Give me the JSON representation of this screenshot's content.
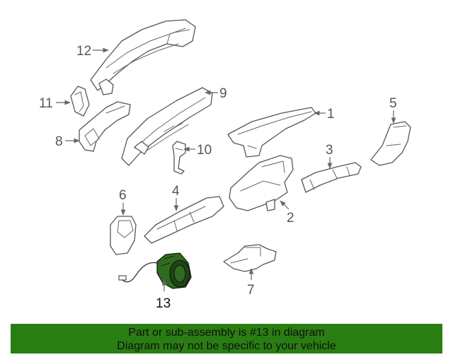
{
  "callouts": {
    "c1": "1",
    "c2": "2",
    "c3": "3",
    "c4": "4",
    "c5": "5",
    "c6": "6",
    "c7": "7",
    "c8": "8",
    "c9": "9",
    "c10": "10",
    "c11": "11",
    "c12": "12",
    "c13": "13"
  },
  "highlight_color": "#2f6b1f",
  "banner": {
    "line1": "Part or sub-assembly is #13 in diagram",
    "line2": "Diagram may not be specific to your vehicle",
    "background": "#2a7d12"
  }
}
